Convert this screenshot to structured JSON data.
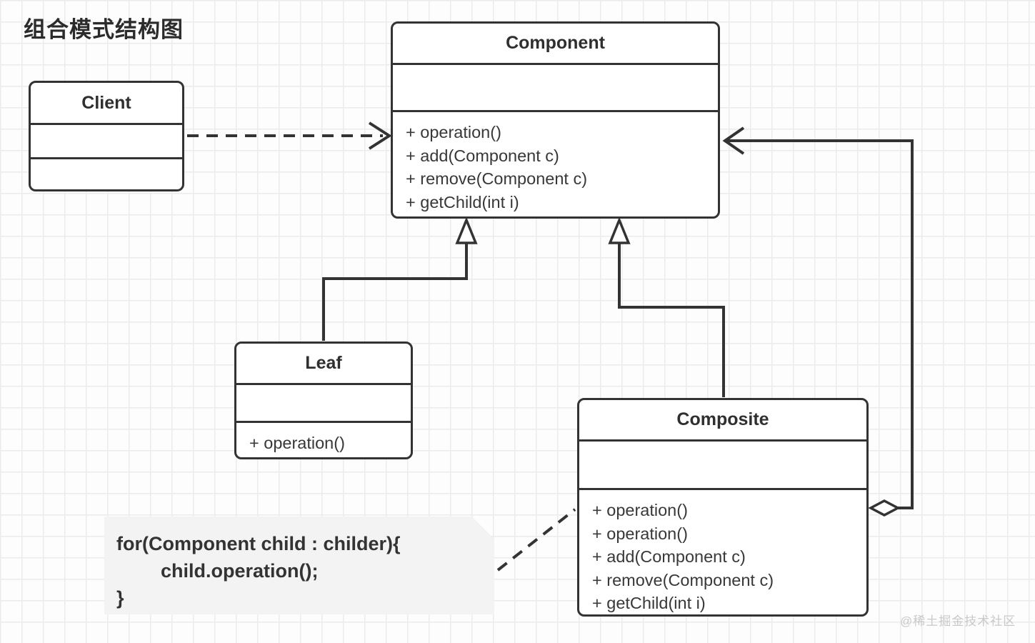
{
  "title": "组合模式结构图",
  "watermark": "@稀土掘金技术社区",
  "colors": {
    "line": "#333333",
    "grid": "#ececec",
    "note_background": "#f3f3f3",
    "note_fold": "#c6c6c6",
    "text": "#333333"
  },
  "classes": {
    "component": {
      "name": "Component",
      "attributes": [],
      "methods": [
        "+ operation()",
        "+ add(Component c)",
        "+ remove(Component c)",
        "+ getChild(int i)"
      ]
    },
    "client": {
      "name": "Client",
      "attributes": [],
      "methods": []
    },
    "leaf": {
      "name": "Leaf",
      "attributes": [],
      "methods": [
        "+ operation()"
      ]
    },
    "composite": {
      "name": "Composite",
      "attributes": [],
      "methods": [
        "+ operation()",
        "+ operation()",
        "+ add(Component c)",
        "+ remove(Component c)",
        "+ getChild(int i)"
      ]
    }
  },
  "note": {
    "lines": [
      "for(Component child : childer){",
      "child.operation();",
      "}"
    ]
  },
  "connectors": [
    {
      "type": "dependency-dashed-arrow",
      "from": "Client",
      "to": "Component"
    },
    {
      "type": "generalization-hollow-triangle",
      "from": "Leaf",
      "to": "Component"
    },
    {
      "type": "generalization-hollow-triangle",
      "from": "Composite",
      "to": "Component"
    },
    {
      "type": "aggregation-diamond-arrow",
      "from": "Composite",
      "to": "Component"
    },
    {
      "type": "note-anchor-dashed-line",
      "from": "note",
      "to": "Composite"
    }
  ]
}
